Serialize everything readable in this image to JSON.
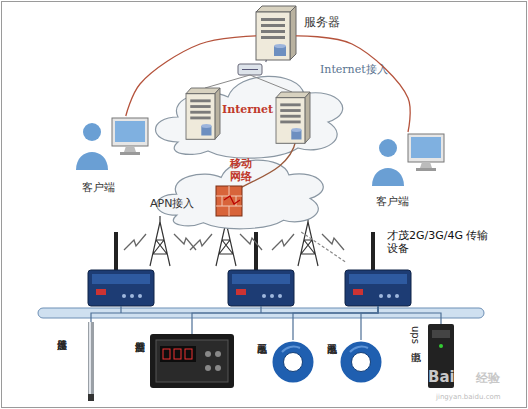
{
  "diagram": {
    "nodes": [
      {
        "text": [
          "服务器"
        ]
      },
      {
        "text": [
          "Internet"
        ]
      },
      {
        "text": [
          "客户端"
        ]
      },
      {
        "text": [
          "移动网络"
        ]
      },
      {
        "text": [
          "客户端"
        ]
      },
      {
        "text": [
          "才茂2G/3G/4G 传输设备"
        ]
      },
      {
        "text": [
          "温度传感器"
        ]
      },
      {
        "text": [
          "温度控制器"
        ]
      },
      {
        "text": [
          "电压互感器"
        ]
      },
      {
        "text": [
          "电流互感器"
        ]
      },
      {
        "text": [
          "ups电源"
        ]
      }
    ],
    "edges": [
      {
        "from": 0,
        "to": 1,
        "arrow": "none"
      },
      {
        "from": 0,
        "to": 2,
        "arrow": "none"
      },
      {
        "from": 0,
        "to": 4,
        "arrow": "none",
        "label": "Internet接入"
      },
      {
        "from": 3,
        "to": 5,
        "arrow": "none"
      },
      {
        "from": 5,
        "to": 6,
        "arrow": "none"
      },
      {
        "from": 5,
        "to": 7,
        "arrow": "none"
      },
      {
        "from": 5,
        "to": 8,
        "arrow": "none"
      },
      {
        "from": 5,
        "to": 9,
        "arrow": "none"
      },
      {
        "from": 5,
        "to": 10,
        "arrow": "none"
      }
    ],
    "labels": [
      "APN接入",
      "Bai",
      "经验",
      "jingyan.baidu.com"
    ]
  }
}
